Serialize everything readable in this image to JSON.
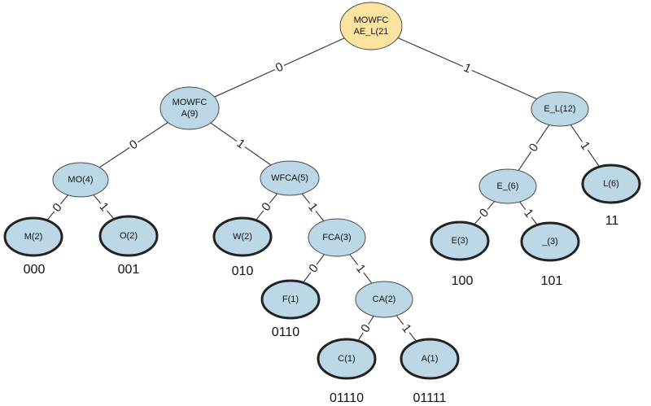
{
  "tree": {
    "colors": {
      "root_fill": "#fce4a0",
      "node_fill": "#bcd8e6"
    },
    "nodes": [
      {
        "id": "root",
        "lines": [
          "MOWFC",
          "AE_L(21"
        ],
        "leaf": false
      },
      {
        "id": "mowfca",
        "lines": [
          "MOWFC",
          "A(9)"
        ],
        "leaf": false
      },
      {
        "id": "el",
        "lines": [
          "E_L(12)"
        ],
        "leaf": false
      },
      {
        "id": "mo",
        "lines": [
          "MO(4)"
        ],
        "leaf": false
      },
      {
        "id": "wfca",
        "lines": [
          "WFCA(5)"
        ],
        "leaf": false
      },
      {
        "id": "m",
        "lines": [
          "M(2)"
        ],
        "leaf": true,
        "code": "000"
      },
      {
        "id": "o",
        "lines": [
          "O(2)"
        ],
        "leaf": true,
        "code": "001"
      },
      {
        "id": "w",
        "lines": [
          "W(2)"
        ],
        "leaf": true,
        "code": "010"
      },
      {
        "id": "fca",
        "lines": [
          "FCA(3)"
        ],
        "leaf": false
      },
      {
        "id": "f",
        "lines": [
          "F(1)"
        ],
        "leaf": true,
        "code": "0110"
      },
      {
        "id": "ca",
        "lines": [
          "CA(2)"
        ],
        "leaf": false
      },
      {
        "id": "c",
        "lines": [
          "C(1)"
        ],
        "leaf": true,
        "code": "01110"
      },
      {
        "id": "a",
        "lines": [
          "A(1)"
        ],
        "leaf": true,
        "code": "01111"
      },
      {
        "id": "e_",
        "lines": [
          "E_(6)"
        ],
        "leaf": false
      },
      {
        "id": "l",
        "lines": [
          "L(6)"
        ],
        "leaf": true,
        "code": "11"
      },
      {
        "id": "e",
        "lines": [
          "E(3)"
        ],
        "leaf": true,
        "code": "100"
      },
      {
        "id": "us",
        "lines": [
          "_(3)"
        ],
        "leaf": true,
        "code": "101"
      }
    ],
    "edges": [
      {
        "from": "root",
        "to": "mowfca",
        "bit": "0"
      },
      {
        "from": "root",
        "to": "el",
        "bit": "1"
      },
      {
        "from": "mowfca",
        "to": "mo",
        "bit": "0"
      },
      {
        "from": "mowfca",
        "to": "wfca",
        "bit": "1"
      },
      {
        "from": "mo",
        "to": "m",
        "bit": "0"
      },
      {
        "from": "mo",
        "to": "o",
        "bit": "1"
      },
      {
        "from": "wfca",
        "to": "w",
        "bit": "0"
      },
      {
        "from": "wfca",
        "to": "fca",
        "bit": "1"
      },
      {
        "from": "fca",
        "to": "f",
        "bit": "0"
      },
      {
        "from": "fca",
        "to": "ca",
        "bit": "1"
      },
      {
        "from": "ca",
        "to": "c",
        "bit": "0"
      },
      {
        "from": "ca",
        "to": "a",
        "bit": "1"
      },
      {
        "from": "el",
        "to": "e_",
        "bit": "0"
      },
      {
        "from": "el",
        "to": "l",
        "bit": "1"
      },
      {
        "from": "e_",
        "to": "e",
        "bit": "0"
      },
      {
        "from": "e_",
        "to": "us",
        "bit": "1"
      }
    ]
  }
}
